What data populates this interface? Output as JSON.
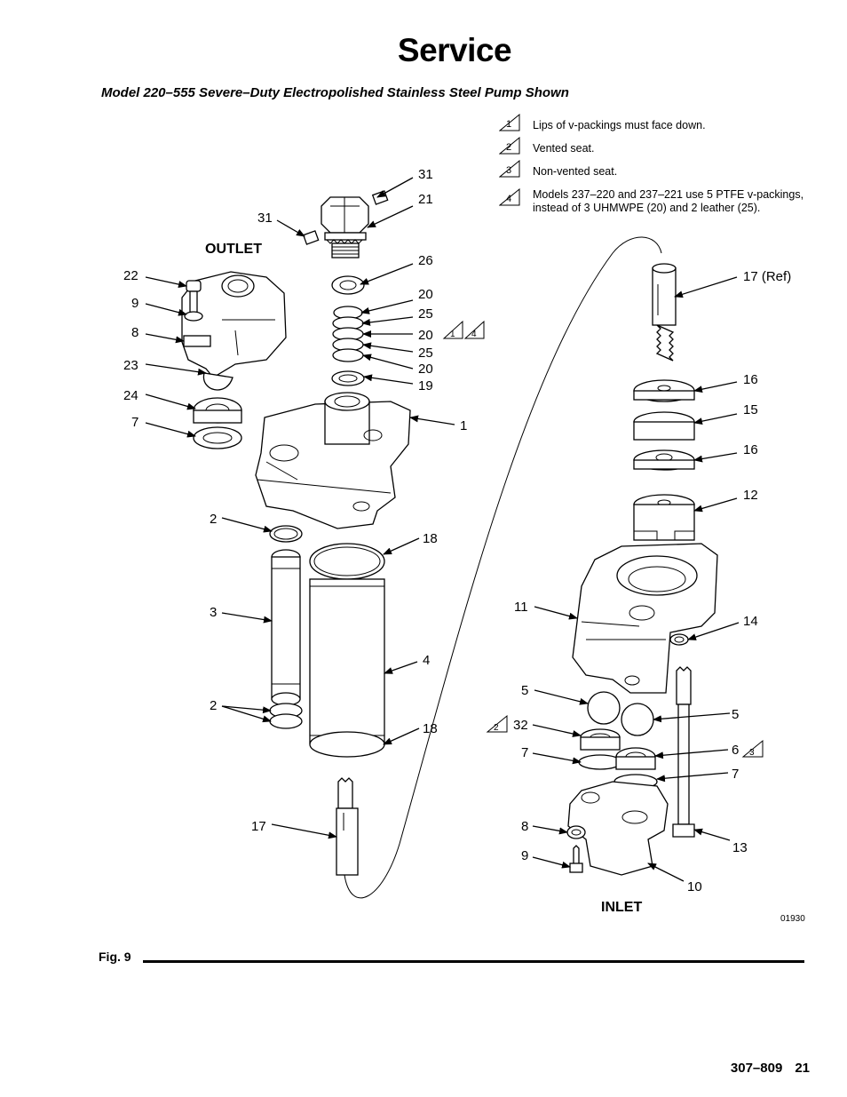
{
  "page": {
    "title": "Service",
    "subtitle": "Model 220–555 Severe–Duty Electropolished Stainless Steel Pump Shown"
  },
  "notes": [
    {
      "num": "1",
      "text": "Lips of v-packings must face down."
    },
    {
      "num": "2",
      "text": "Vented seat."
    },
    {
      "num": "3",
      "text": "Non-vented seat."
    },
    {
      "num": "4",
      "text": "Models 237–220 and 237–221 use 5 PTFE v-packings, instead of 3 UHMWPE (20) and 2 leather (25)."
    }
  ],
  "diagram": {
    "outlet_label": "OUTLET",
    "inlet_label": "INLET",
    "drawing_number": "01930",
    "callouts": {
      "c31a": "31",
      "c21": "21",
      "c31b": "31",
      "c26": "26",
      "c22": "22",
      "c9a": "9",
      "c8a": "8",
      "c23": "23",
      "c24": "24",
      "c7a": "7",
      "c20a": "20",
      "c25a": "25",
      "c20b": "20",
      "c25b": "25",
      "c20c": "20",
      "c19": "19",
      "c1": "1",
      "c2a": "2",
      "c18a": "18",
      "c3": "3",
      "c4": "4",
      "c2b": "2",
      "c18b": "18",
      "c17": "17",
      "c17ref": "17 (Ref)",
      "c16a": "16",
      "c15": "15",
      "c16b": "16",
      "c12": "12",
      "c11": "11",
      "c14": "14",
      "c5a": "5",
      "c5b": "5",
      "c32": "32",
      "c6": "6",
      "c7b": "7",
      "c7c": "7",
      "c8b": "8",
      "c13": "13",
      "c9b": "9",
      "c10": "10"
    },
    "note_flags": {
      "f1": "1",
      "f4": "4",
      "f2": "2",
      "f3": "3"
    }
  },
  "figure": {
    "label": "Fig. 9"
  },
  "footer": {
    "doc_number": "307–809",
    "page_number": "21"
  }
}
